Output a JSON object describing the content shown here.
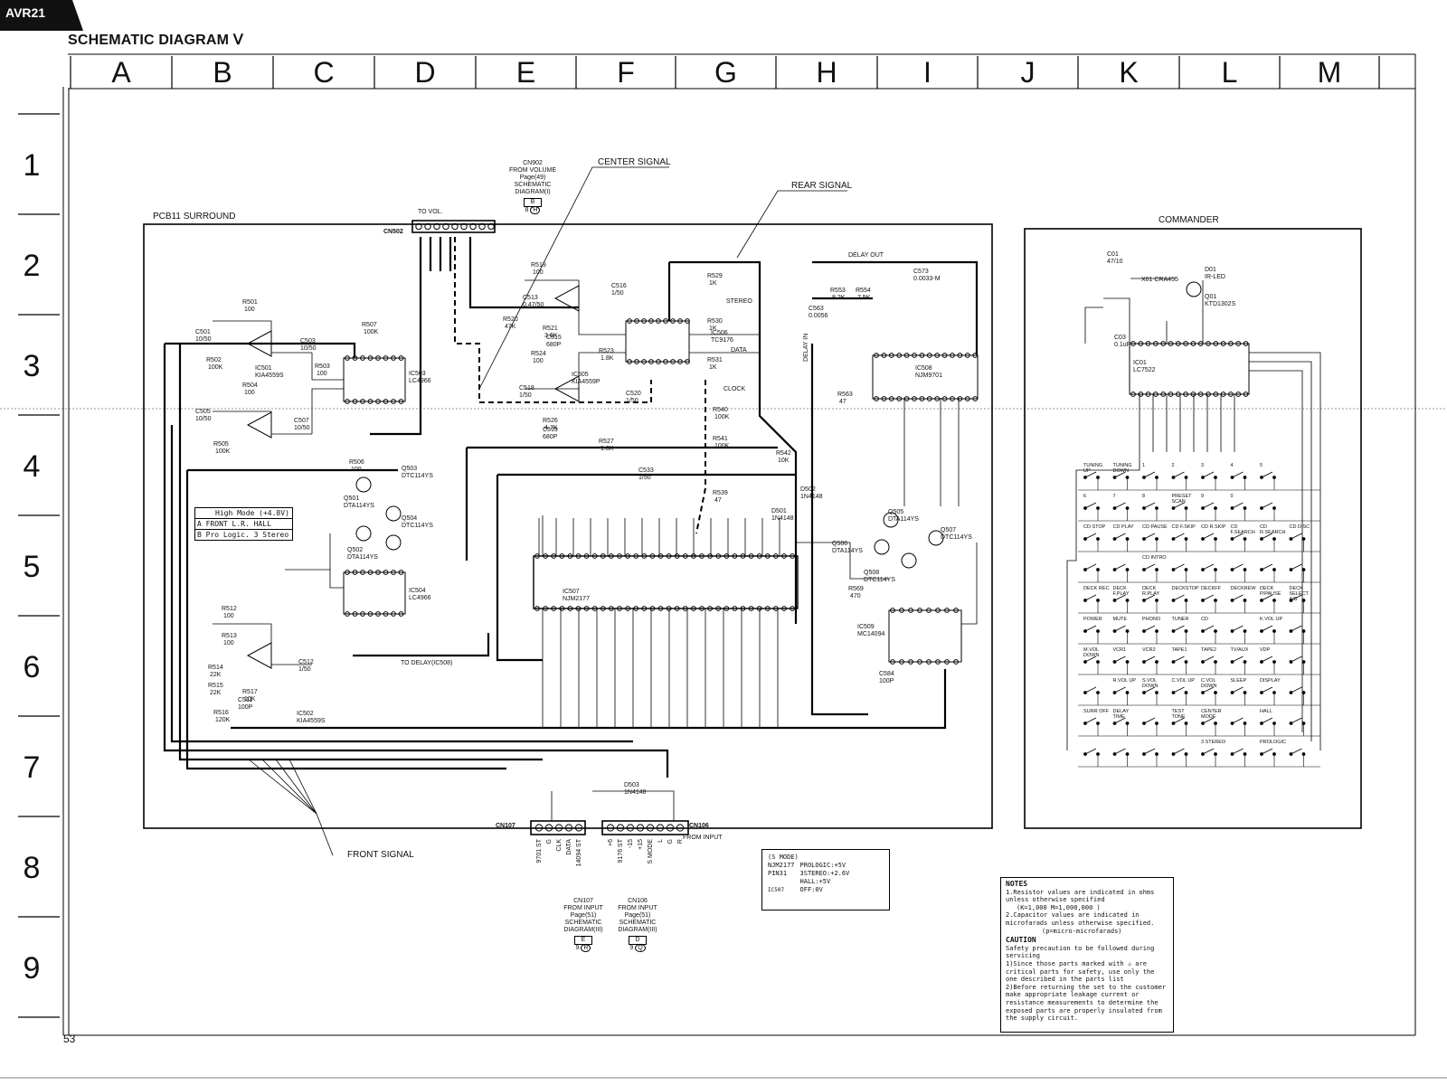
{
  "header": {
    "model_tag": "AVR21",
    "title": "SCHEMATIC DIAGRAM Ⅴ",
    "page_number": "53"
  },
  "grid": {
    "columns": [
      "A",
      "B",
      "C",
      "D",
      "E",
      "F",
      "G",
      "H",
      "I",
      "J",
      "K",
      "L",
      "M"
    ],
    "rows": [
      "1",
      "2",
      "3",
      "4",
      "5",
      "6",
      "7",
      "8",
      "9"
    ]
  },
  "boards": {
    "surround": "PCB11 SURROUND",
    "commander": "COMMANDER"
  },
  "signals": {
    "center": "CENTER SIGNAL",
    "rear": "REAR SIGNAL",
    "front": "FRONT SIGNAL",
    "delay_out": "DELAY OUT",
    "delay_in": "DELAY IN",
    "to_delay": "TO DELAY(IC508)",
    "stereo": "STEREO",
    "data": "DATA",
    "clock": "CLOCK"
  },
  "connectors": {
    "cn502": "CN502",
    "cn502_to": "TO VOL.",
    "cn107": "CN107",
    "cn106": "CN106",
    "cn106_from": "FROM INPUT",
    "cn107_pins": [
      "9701 ST",
      "G",
      "CLK",
      "DATA",
      "14094 ST"
    ],
    "cn106_pins": [
      "+6",
      "9176 ST",
      "-15",
      "+15",
      "S MODE",
      "L",
      "G",
      "R"
    ]
  },
  "refs": {
    "cn902": [
      "CN902",
      "FROM VOLUME",
      "Page(49)",
      "SCHEMATIC",
      "DIAGRAM(I)",
      "B",
      "8",
      "H"
    ],
    "cn107": [
      "CN107",
      "FROM INPUT",
      "Page(51)",
      "SCHEMATIC",
      "DIAGRAM(III)",
      "E",
      "9",
      "R"
    ],
    "cn106": [
      "CN106",
      "FROM INPUT",
      "Page(51)",
      "SCHEMATIC",
      "DIAGRAM(III)",
      "D",
      "9",
      "Q"
    ]
  },
  "ics": [
    {
      "ref": "IC501",
      "part": "KIA4559S"
    },
    {
      "ref": "IC502",
      "part": "KIA4559S"
    },
    {
      "ref": "IC503",
      "part": "LC4966"
    },
    {
      "ref": "IC504",
      "part": "LC4966"
    },
    {
      "ref": "IC505",
      "part": "KIA4559P"
    },
    {
      "ref": "IC506",
      "part": "TC9176"
    },
    {
      "ref": "IC507",
      "part": "NJM2177"
    },
    {
      "ref": "IC508",
      "part": "NJM9701"
    },
    {
      "ref": "IC509",
      "part": "MC14094"
    },
    {
      "ref": "IC01",
      "part": "LC7522"
    }
  ],
  "transistors": [
    {
      "ref": "Q501",
      "part": "DTA114YS"
    },
    {
      "ref": "Q502",
      "part": "DTA114YS"
    },
    {
      "ref": "Q503",
      "part": "DTC114YS"
    },
    {
      "ref": "Q504",
      "part": "DTC114YS"
    },
    {
      "ref": "Q505",
      "part": "DTA114YS"
    },
    {
      "ref": "Q506",
      "part": "DTA114YS"
    },
    {
      "ref": "Q507",
      "part": "DTC114YS"
    },
    {
      "ref": "Q508",
      "part": "DTC114YS"
    },
    {
      "ref": "Q01",
      "part": "KTD1302S"
    }
  ],
  "diodes": [
    {
      "ref": "D501",
      "part": "1N4148"
    },
    {
      "ref": "D502",
      "part": "1N4148"
    },
    {
      "ref": "D503",
      "part": "1N4148"
    },
    {
      "ref": "D01",
      "part": "IR-LED"
    }
  ],
  "resistors_left": [
    {
      "ref": "R501",
      "val": "100"
    },
    {
      "ref": "R502",
      "val": "100K"
    },
    {
      "ref": "R503",
      "val": "100"
    },
    {
      "ref": "R504",
      "val": "100"
    },
    {
      "ref": "R505",
      "val": "100K"
    },
    {
      "ref": "R506",
      "val": "100"
    },
    {
      "ref": "R507",
      "val": "100K"
    },
    {
      "ref": "R512",
      "val": "100"
    },
    {
      "ref": "R513",
      "val": "100"
    },
    {
      "ref": "R514",
      "val": "22K"
    },
    {
      "ref": "R515",
      "val": "22K"
    },
    {
      "ref": "R516",
      "val": "120K"
    },
    {
      "ref": "R517",
      "val": "10K"
    }
  ],
  "resistors_mid": [
    {
      "ref": "R519",
      "val": "100"
    },
    {
      "ref": "R520",
      "val": "47K"
    },
    {
      "ref": "R521",
      "val": "3.6K"
    },
    {
      "ref": "R523",
      "val": "1.8K"
    },
    {
      "ref": "R524",
      "val": "100"
    },
    {
      "ref": "R526",
      "val": "4.7K"
    },
    {
      "ref": "R527",
      "val": "1.8K"
    },
    {
      "ref": "R529",
      "val": "1K"
    },
    {
      "ref": "R530",
      "val": "1K"
    },
    {
      "ref": "R531",
      "val": "1K"
    },
    {
      "ref": "R539",
      "val": "47"
    },
    {
      "ref": "R540",
      "val": "100K"
    },
    {
      "ref": "R541",
      "val": "100K"
    },
    {
      "ref": "R542",
      "val": "10K"
    }
  ],
  "resistors_right": [
    {
      "ref": "R553",
      "val": "8.2K"
    },
    {
      "ref": "R554",
      "val": "7.5K"
    },
    {
      "ref": "R563",
      "val": "47"
    },
    {
      "ref": "R569",
      "val": "470"
    }
  ],
  "caps": [
    {
      "ref": "C501",
      "val": "10/50"
    },
    {
      "ref": "C503",
      "val": "10/50"
    },
    {
      "ref": "C505",
      "val": "10/50"
    },
    {
      "ref": "C507",
      "val": "10/50"
    },
    {
      "ref": "C511",
      "val": "100P"
    },
    {
      "ref": "C512",
      "val": "1/50"
    },
    {
      "ref": "C513",
      "val": "0.47/50"
    },
    {
      "ref": "C515",
      "val": "680P"
    },
    {
      "ref": "C516",
      "val": "1/50"
    },
    {
      "ref": "C518",
      "val": "1/50"
    },
    {
      "ref": "C519",
      "val": "680P"
    },
    {
      "ref": "C520",
      "val": "1/50"
    },
    {
      "ref": "C533",
      "val": "1/50"
    },
    {
      "ref": "C563",
      "val": "0.0056"
    },
    {
      "ref": "C573",
      "val": "0.0033-M"
    },
    {
      "ref": "C584",
      "val": "100P"
    },
    {
      "ref": "C03",
      "val": "0.1uF"
    },
    {
      "ref": "C01",
      "val": "47/10"
    }
  ],
  "mode_table": {
    "rows": [
      "High Mode (+4.8V)",
      "A  FRONT L.R. HALL",
      "B  Pro Logic. 3 Stereo"
    ]
  },
  "smode_box": {
    "title": "(S MODE)",
    "left": [
      "NJM2177",
      "PIN31",
      "IC507"
    ],
    "lines": [
      "PROLOGIC:+5V",
      "3STEREO:+2.6V",
      "HALL:+5V",
      "OFF:0V"
    ]
  },
  "commander": {
    "ic": "IC01",
    "ic_part": "LC7522",
    "osc": "X01 CRA455",
    "keys": [
      [
        "TUNING UP",
        "TUNING DOWN",
        "1",
        "2",
        "3",
        "4",
        "5"
      ],
      [
        "6",
        "7",
        "8",
        "PRESET SCAN",
        "9",
        "0",
        ""
      ],
      [
        "CD STOP",
        "CD PLAY",
        "CD PAUSE",
        "CD F.SKIP",
        "CD R.SKIP",
        "CD F.SEARCH",
        "CD R.SEARCH",
        "CD DISC"
      ],
      [
        "",
        "",
        "CD INTRO",
        "",
        "",
        "",
        "",
        ""
      ],
      [
        "DECK REC",
        "DECK F.PLAY",
        "DECK R.PLAY",
        "DECKSTOP",
        "DECKFF",
        "DECKREW",
        "DECK P/PAUSE",
        "DECK SELECT A/B"
      ],
      [
        "POWER",
        "MUTE",
        "PHONO",
        "TUNER",
        "CD",
        "",
        "K.VOL UP",
        ""
      ],
      [
        "M.VOL DOWN",
        "VCR1",
        "VCR2",
        "TAPE1",
        "TAPE2",
        "TV/AUX",
        "VDP",
        ""
      ],
      [
        "",
        "R.VOL UP",
        "S.VOL DOWN",
        "C.VOL UP",
        "C.VOL DOWN",
        "SLEEP",
        "DISPLAY",
        ""
      ],
      [
        "SURR OFF",
        "DELAY TIME",
        "",
        "TEST TONE",
        "CENTER MODE",
        "",
        "HALL",
        ""
      ],
      [
        "",
        "",
        "",
        "",
        "3 STEREO",
        "",
        "PROLOGIC",
        ""
      ]
    ]
  },
  "notes": {
    "title": "NOTES",
    "items": [
      "1.Resistor values are indicated in ohms unless otherwise specified",
      "(K=1,000  M=1,000,000 )",
      "2.Capacitor values are indicated in microfarads unless otherwise specified.",
      "(p=micro-microfarads)"
    ],
    "caution_title": "CAUTION",
    "caution": [
      "Safety precaution to be followed during servicing",
      "1)Since those parts marked with ⚠ are critical parts for safety, use only the one described in the parts list",
      "2)Before returning the set to the customer make appropriate leakage current or resistance measurements to determine the exposed parts are properly insulated from the supply circuit."
    ]
  }
}
